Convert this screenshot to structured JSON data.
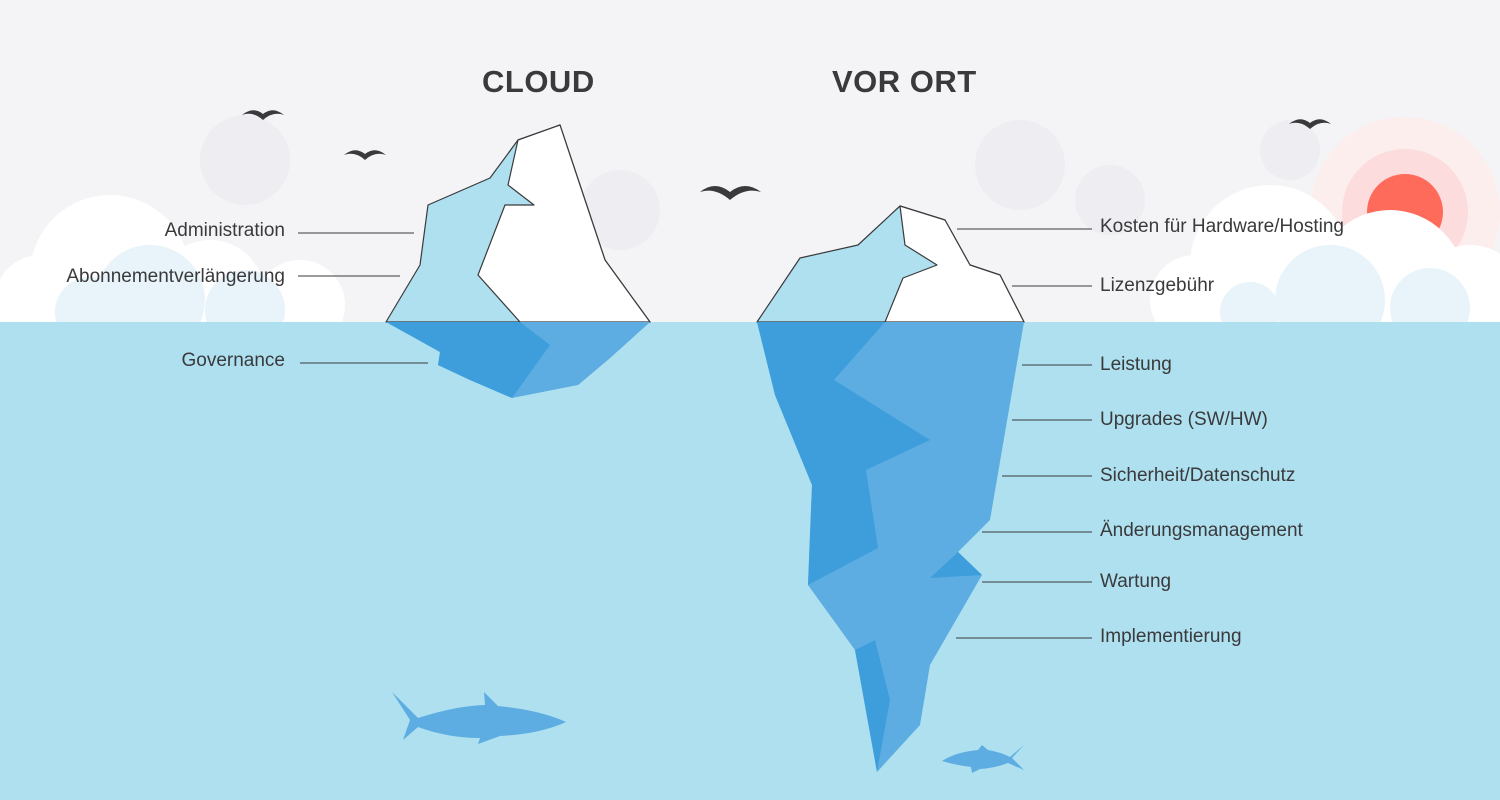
{
  "titles": {
    "cloud": "CLOUD",
    "onprem": "VOR ORT"
  },
  "labels": {
    "cloud_above": [
      "Administration",
      "Abonnementverlängerung"
    ],
    "cloud_below": [
      "Governance"
    ],
    "onprem_above": [
      "Kosten für Hardware/Hosting",
      "Lizenzgebühr"
    ],
    "onprem_below": [
      "Leistung",
      "Upgrades (SW/HW)",
      "Sicherheit/Datenschutz",
      "Änderungsmanagement",
      "Wartung",
      "Implementierung"
    ]
  },
  "colors": {
    "sky": "#f4f4f6",
    "water": "#aee0ef",
    "ice_light": "#aee0ef",
    "ice_white": "#ffffff",
    "ice_blue": "#5dade2",
    "ice_dark": "#3e9edb",
    "sun": "#ff6b5b",
    "text": "#3a3a3c",
    "bird": "#3a3a3c",
    "shark": "#5dade2"
  },
  "icons": [
    "bird-icon",
    "shark-icon",
    "sun-icon",
    "cloud-icon"
  ]
}
